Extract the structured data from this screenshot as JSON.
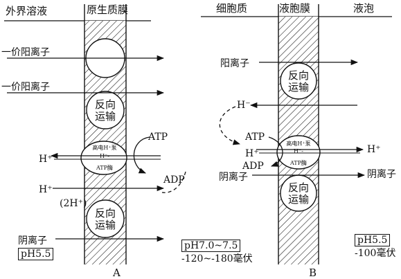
{
  "panel_a": {
    "header_outside": "外界溶液",
    "header_membrane": "原生质膜",
    "arrow_1": "一价阳离子",
    "arrow_2": "一价阳离子",
    "antiport_1": "反向\n运输",
    "pump_top": "高电H⁺泵",
    "pump_mid": "H⁻-",
    "pump_bottom": "ATP酶",
    "h_left": "H⁺",
    "atp": "ATP",
    "adp": "ADP",
    "h_lower": "H⁺",
    "two_h": "(2H⁺)",
    "antiport_2": "反向\n运输",
    "anion": "阴离子",
    "ph_outside": "pH5.5",
    "ph_cytoplasm": "pH7.0~7.5",
    "potential": "-120~-180毫伏",
    "caption": "A"
  },
  "panel_b": {
    "header_cytoplasm": "细胞质",
    "header_membrane": "液胞膜",
    "header_vacuole": "液泡",
    "cation": "阳离子",
    "antiport_1": "反向\n运输",
    "h_left": "H⁻",
    "atp": "ATP",
    "h_pump_left": "H⁺",
    "adp": "ADP",
    "pump_top": "高电H⁺泵",
    "pump_mid": "H⁻-",
    "pump_bottom": "ATP酶",
    "h_right": "H⁺",
    "anion_left": "阴离子",
    "anion_right": "阴离子",
    "antiport_2": "反向\n运输",
    "ph_vacuole": "pH5.5",
    "potential": "-100毫伏",
    "caption": "B"
  }
}
